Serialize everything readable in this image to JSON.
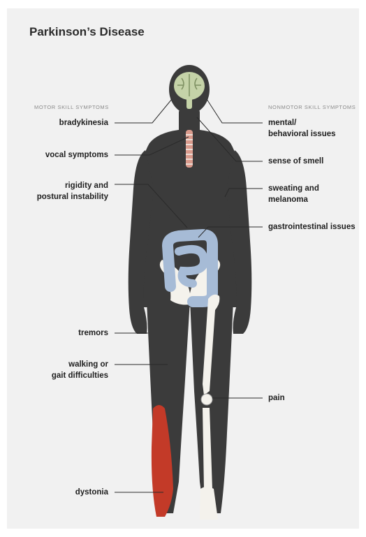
{
  "title": "Parkinson’s Disease",
  "motor_heading": "MOTOR SKILL SYMPTOMS",
  "nonmotor_heading": "NONMOTOR SKILL SYMPTOMS",
  "motor_symptoms": [
    {
      "line1": "bradykinesia",
      "line2": ""
    },
    {
      "line1": "vocal symptoms",
      "line2": ""
    },
    {
      "line1": "rigidity and",
      "line2": "postural instability"
    },
    {
      "line1": "tremors",
      "line2": ""
    },
    {
      "line1": "walking or",
      "line2": "gait difficulties"
    },
    {
      "line1": "dystonia",
      "line2": ""
    }
  ],
  "nonmotor_symptoms": [
    {
      "line1": "mental/",
      "line2": "behavioral issues"
    },
    {
      "line1": "sense of smell",
      "line2": ""
    },
    {
      "line1": "sweating and",
      "line2": "melanoma"
    },
    {
      "line1": "gastrointestinal issues",
      "line2": ""
    },
    {
      "line1": "pain",
      "line2": ""
    }
  ],
  "colors": {
    "panel": "#f1f1f1",
    "body": "#3b3b3b",
    "brain": "#c5d3a8",
    "intestine": "#a6bbd6",
    "bone": "#f4f2ec",
    "muscle": "#c33a28",
    "trachea": "#d99a8c"
  }
}
